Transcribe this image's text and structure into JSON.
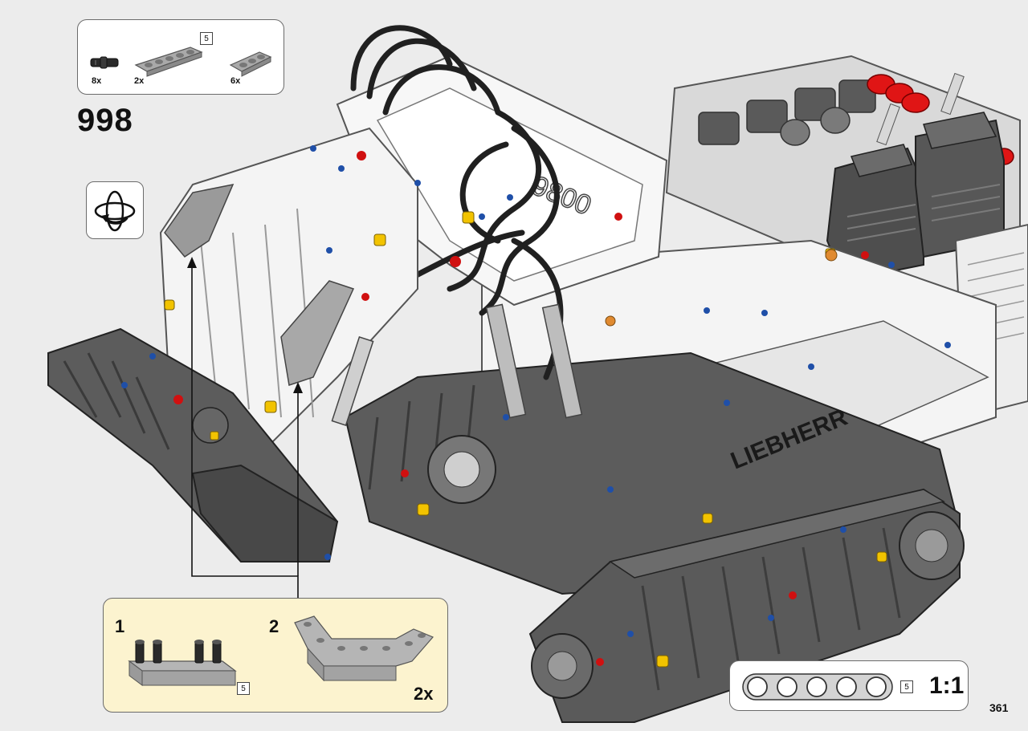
{
  "step": {
    "number": "998"
  },
  "parts_list": {
    "items": [
      {
        "part": "pin-axle-connector",
        "quantity": "8x"
      },
      {
        "part": "beam-5",
        "quantity": "2x",
        "length": "5"
      },
      {
        "part": "beam-3",
        "quantity": "6x"
      }
    ]
  },
  "rotate": {
    "icon": "rotate-model-icon"
  },
  "sub_assembly": {
    "steps": [
      {
        "number": "1",
        "length": "5"
      },
      {
        "number": "2",
        "multiplier": "2x"
      }
    ]
  },
  "scale": {
    "length": "5",
    "ratio": "1:1"
  },
  "model_text": {
    "logo": "LIEBHERR",
    "type": "9800"
  },
  "page": {
    "number": "361"
  },
  "colors": {
    "accent_yellow": "#f2c300",
    "accent_red": "#d01010",
    "connector_blue": "#1f4fa8",
    "callout_bg": "#fcf3cf"
  }
}
